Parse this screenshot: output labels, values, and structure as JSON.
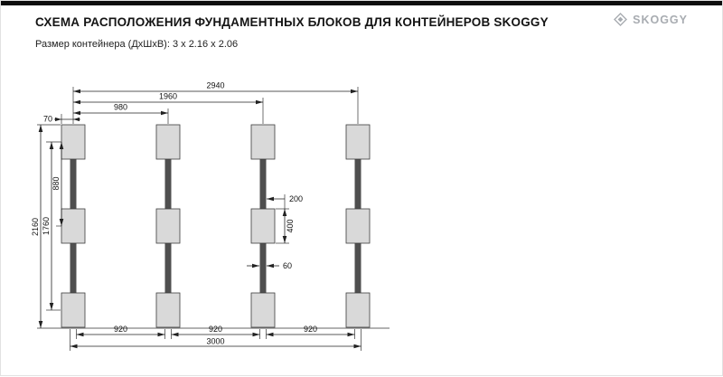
{
  "page": {
    "title": "СХЕМА РАСПОЛОЖЕНИЯ ФУНДАМЕНТНЫХ БЛОКОВ ДЛЯ КОНТЕЙНЕРОВ SKOGGY",
    "subtitle": "Размер контейнера (ДхШхВ): 3 х 2.16 х 2.06",
    "brand": "SKOGGY"
  },
  "diagram": {
    "type": "foundation-blocks-layout",
    "columns": 4,
    "rows": 3,
    "dims": {
      "top_overall": "2940",
      "top_mid": "1960",
      "top_quarter": "980",
      "edge_offset": "70",
      "left_overall": "2160",
      "left_mid": "1760",
      "left_row_gap": "880",
      "block_offset": "200",
      "block_length": "400",
      "beam_width": "60",
      "bottom_gaps": [
        "920",
        "920",
        "920"
      ],
      "bottom_overall": "3000"
    },
    "colors": {
      "block_fill": "#d9d9d9",
      "block_stroke": "#3c3c3c",
      "beam_fill": "#4f4f4f",
      "dim_line": "#222222",
      "brand_gray": "#a8acb1"
    }
  }
}
